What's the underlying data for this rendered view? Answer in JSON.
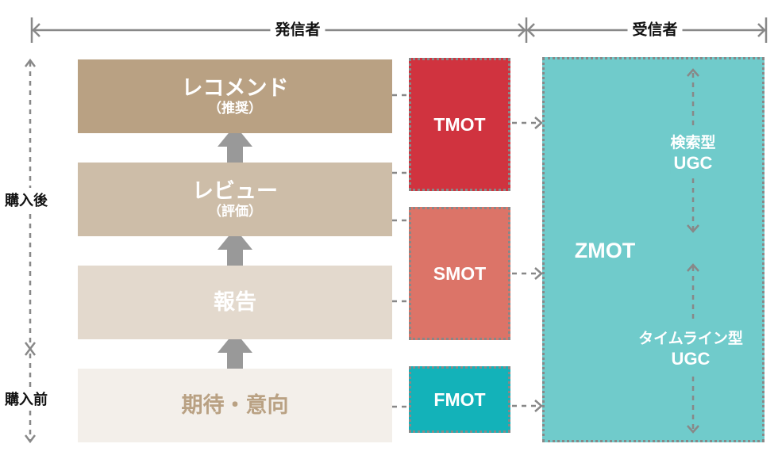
{
  "header": {
    "sender": "発信者",
    "receiver": "受信者"
  },
  "side": {
    "after": "購入後",
    "before": "購入前"
  },
  "stages": [
    {
      "main": "レコメンド",
      "sub": "（推奨）",
      "color": "#b9a183",
      "text_color": "#ffffff"
    },
    {
      "main": "レビュー",
      "sub": "（評価）",
      "color": "#cdbda8",
      "text_color": "#ffffff"
    },
    {
      "main": "報告",
      "color": "#e3d9cd",
      "text_color": "#ffffff"
    },
    {
      "main": "期待・意向",
      "color": "#f3efea",
      "text_color": "#b9a183"
    }
  ],
  "mots": [
    {
      "label": "TMOT",
      "color": "#d0333f"
    },
    {
      "label": "SMOT",
      "color": "#dc7468"
    },
    {
      "label": "FMOT",
      "color": "#13b2b9"
    }
  ],
  "zmot": {
    "label": "ZMOT",
    "color": "#70cbcb",
    "search_ugc": [
      "検索型",
      "UGC"
    ],
    "timeline_ugc": [
      "タイムライン型",
      "UGC"
    ]
  }
}
